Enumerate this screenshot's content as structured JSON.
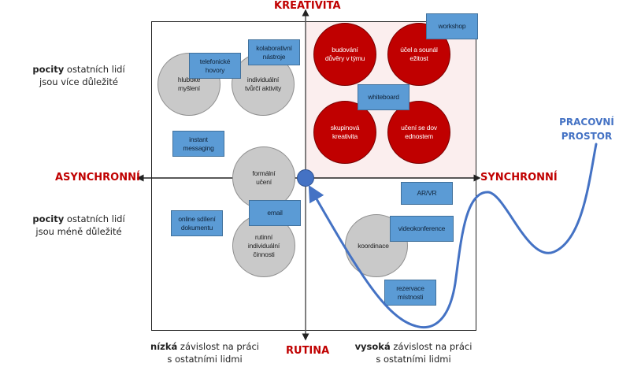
{
  "axes": {
    "top": "KREATIVITA",
    "bottom": "RUTINA",
    "left": "ASYNCHRONNÍ",
    "right": "SYNCHRONNÍ"
  },
  "side_notes": {
    "upper_left": {
      "bold": "pocity",
      "rest_line1": " ostatních lidí",
      "line2": "jsou více důležité"
    },
    "lower_left": {
      "bold": "pocity",
      "rest_line1": " ostatních lidí",
      "line2": "jsou méně důležité"
    },
    "bottom_left": {
      "bold": "nízká",
      "rest_line1": " závislost na práci",
      "line2": "s ostatními lidmi"
    },
    "bottom_right": {
      "bold": "vysoká",
      "rest_line1": " závislost na práci",
      "line2": "s ostatními lidmi"
    }
  },
  "workspace_label": {
    "line1": "PRACOVNÍ",
    "line2": "PROSTOR"
  },
  "activities_gray": [
    {
      "id": "hluboke-mysleni",
      "label": "hluboké myšlení"
    },
    {
      "id": "individualni-tvurci-aktivity",
      "label": "individuální tvůrčí aktivity"
    },
    {
      "id": "formalni-uceni",
      "label": "formální učení"
    },
    {
      "id": "rutinni-individualni-cinnosti",
      "label": "rutinní individuální činnosti"
    },
    {
      "id": "koordinace",
      "label": "koordinace"
    }
  ],
  "activities_red": [
    {
      "id": "budovani-duvery",
      "label": "budování důvěry v týmu"
    },
    {
      "id": "ucel-sounalezitost",
      "label": "účel a sounáležitost"
    },
    {
      "id": "skupinova-kreativita",
      "label": "skupinová kreativita"
    },
    {
      "id": "uceni-se-dovednostem",
      "label": "učení se dovednostem"
    }
  ],
  "tools": [
    {
      "id": "telefonicke-hovory",
      "label": "telefonické hovory"
    },
    {
      "id": "kolaborativni-nastroje",
      "label": "kolaborativní nástroje"
    },
    {
      "id": "instant-messaging",
      "label": "instant messaging"
    },
    {
      "id": "email",
      "label": "email"
    },
    {
      "id": "online-sdileni-dokumentu",
      "label": "online sdílení dokumentu"
    },
    {
      "id": "workshop",
      "label": "workshop"
    },
    {
      "id": "whiteboard",
      "label": "whiteboard"
    },
    {
      "id": "ar-vr",
      "label": "AR/VR"
    },
    {
      "id": "videokonference",
      "label": "videokonference"
    },
    {
      "id": "rezervace-mistnosti",
      "label": "rezervace místnosti"
    }
  ],
  "colors": {
    "axis_label": "#c00000",
    "red_circle": "#c00000",
    "gray_circle": "#c9c9c9",
    "tool_box": "#5b9bd5",
    "workspace": "#4472c4",
    "quadrant_highlight": "#fbeeee"
  }
}
